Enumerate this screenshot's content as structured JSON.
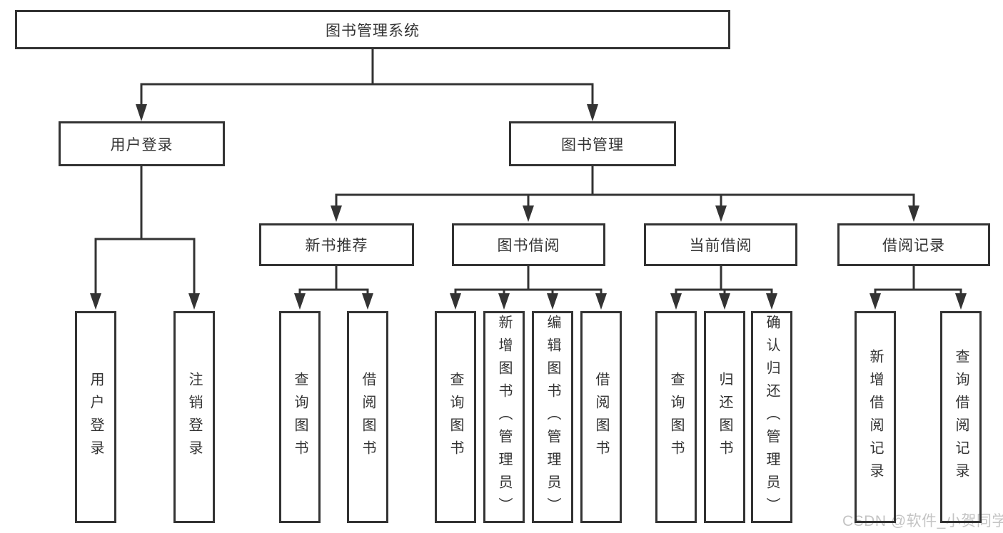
{
  "tree": {
    "root": {
      "label": "图书管理系统",
      "children": [
        {
          "label": "用户登录",
          "children": [
            {
              "label": "用户登录"
            },
            {
              "label": "注销登录"
            }
          ]
        },
        {
          "label": "图书管理",
          "children": [
            {
              "label": "新书推荐",
              "children": [
                {
                  "label": "查询图书"
                },
                {
                  "label": "借阅图书"
                }
              ]
            },
            {
              "label": "图书借阅",
              "children": [
                {
                  "label": "查询图书"
                },
                {
                  "label": "新增图书（管理员）"
                },
                {
                  "label": "编辑图书（管理员）"
                },
                {
                  "label": "借阅图书"
                }
              ]
            },
            {
              "label": "当前借阅",
              "children": [
                {
                  "label": "查询图书"
                },
                {
                  "label": "归还图书"
                },
                {
                  "label": "确认归还（管理员）"
                }
              ]
            },
            {
              "label": "借阅记录",
              "children": [
                {
                  "label": "新增借阅记录"
                },
                {
                  "label": "查询借阅记录"
                }
              ]
            }
          ]
        }
      ]
    }
  },
  "watermark": {
    "text": "CSDN @软件_小贺同学"
  },
  "style": {
    "line_color": "#333333",
    "text_color": "#333333",
    "background": "#ffffff",
    "watermark_color": "#c4c4c4"
  }
}
